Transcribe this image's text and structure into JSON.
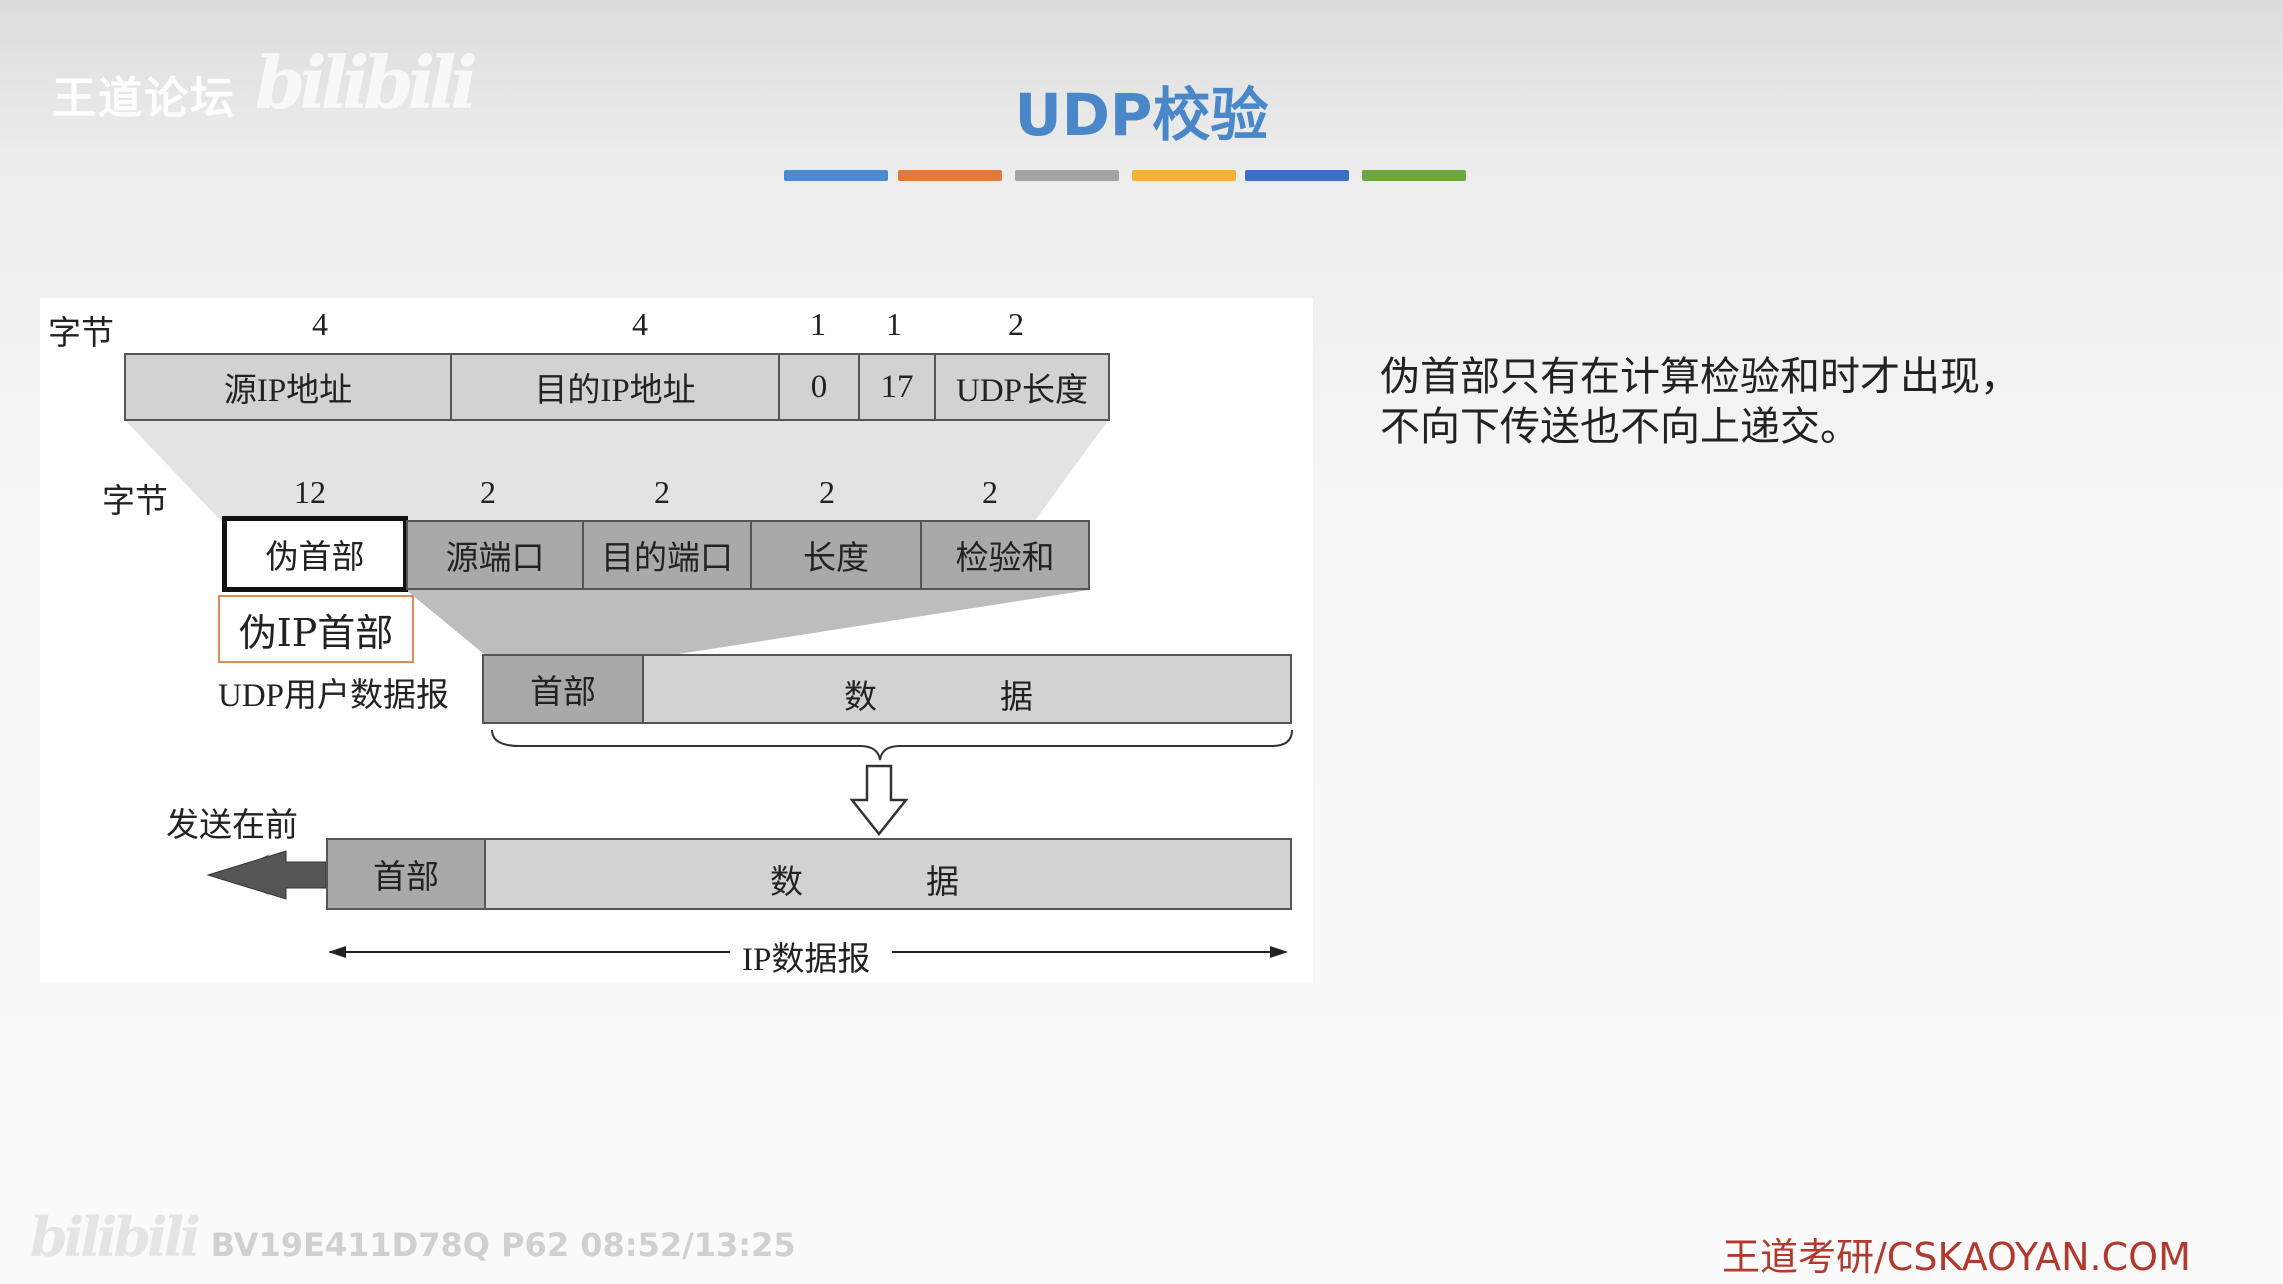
{
  "watermark": {
    "forum": "王道论坛",
    "logo": "bilibili"
  },
  "title": "UDP校验",
  "color_bars": [
    "#4a8bd0",
    "#e07a3a",
    "#a3a3a3",
    "#f2b23a",
    "#3b6fc4",
    "#6ea83c"
  ],
  "diagram": {
    "byte_label_1": "字节",
    "ip_sizes": [
      "4",
      "4",
      "1",
      "1",
      "2"
    ],
    "ip_fields": [
      "源IP地址",
      "目的IP地址",
      "0",
      "17",
      "UDP长度"
    ],
    "byte_label_2": "字节",
    "udp_sizes": [
      "12",
      "2",
      "2",
      "2",
      "2"
    ],
    "udp_fields": [
      "伪首部",
      "源端口",
      "目的端口",
      "长度",
      "检验和"
    ],
    "pseudo_ip_label": "伪IP首部",
    "udp_datagram_label": "UDP用户数据报",
    "udp_header": "首部",
    "udp_data_1": "数",
    "udp_data_2": "据",
    "send_first": "发送在前",
    "ip_header": "首部",
    "ip_data_1": "数",
    "ip_data_2": "据",
    "ip_datagram": "IP数据报"
  },
  "explanation": [
    "伪首部只有在计算检验和时才出现，",
    "不向下传送也不向上递交。"
  ],
  "footer": {
    "video_info": "BV19E411D78Q P62 08:52/13:25",
    "site": "王道考研/CSKAOYAN.COM"
  }
}
